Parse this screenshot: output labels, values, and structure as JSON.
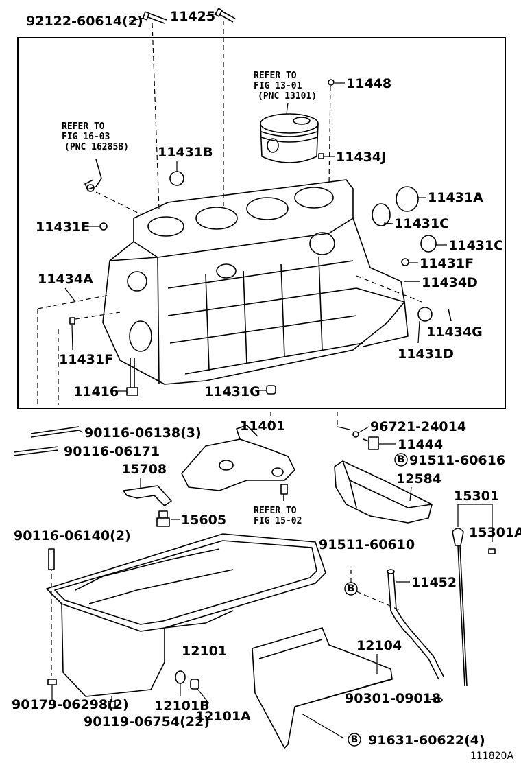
{
  "labels": {
    "p92122": "92122-60614(2)",
    "p11425": "11425",
    "p11448": "11448",
    "p11434J": "11434J",
    "p11431B": "11431B",
    "p11431A": "11431A",
    "p11431C_1": "11431C",
    "p11431C_2": "11431C",
    "p11431E": "11431E",
    "p11431F_1": "11431F",
    "p11431F_2": "11431F",
    "p11434D": "11434D",
    "p11434A": "11434A",
    "p11434G": "11434G",
    "p11431D": "11431D",
    "p11416": "11416",
    "p11431G": "11431G",
    "p11401": "11401",
    "p96721": "96721-24014",
    "p11444": "11444",
    "p91511_60616": "91511-60616",
    "p90116_06138": "90116-06138(3)",
    "p90116_06171": "90116-06171",
    "p15708": "15708",
    "p12584": "12584",
    "p15301": "15301",
    "p15605": "15605",
    "p15301A": "15301A",
    "p90116_06140": "90116-06140(2)",
    "p91511_60610": "91511-60610",
    "p11452": "11452",
    "p12101": "12101",
    "p12104": "12104",
    "p90179": "90179-06298(2)",
    "p12101B": "12101B",
    "p12101A": "12101A",
    "p90301": "90301-09018",
    "p90119": "90119-06754(22)",
    "p91631": "91631-60622(4)"
  },
  "refs": {
    "fig13": [
      "REFER TO",
      "FIG 13-01",
      "(PNC 13101)"
    ],
    "fig16": [
      "REFER TO",
      "FIG 16-03",
      "(PNC 16285B)"
    ],
    "fig15": [
      "REFER TO",
      "FIG 15-02"
    ]
  },
  "markers": {
    "b1": "B",
    "b2": "B",
    "b3": "B"
  },
  "footer": {
    "code": "111820A"
  },
  "colors": {
    "line": "#000000",
    "background": "#ffffff"
  }
}
